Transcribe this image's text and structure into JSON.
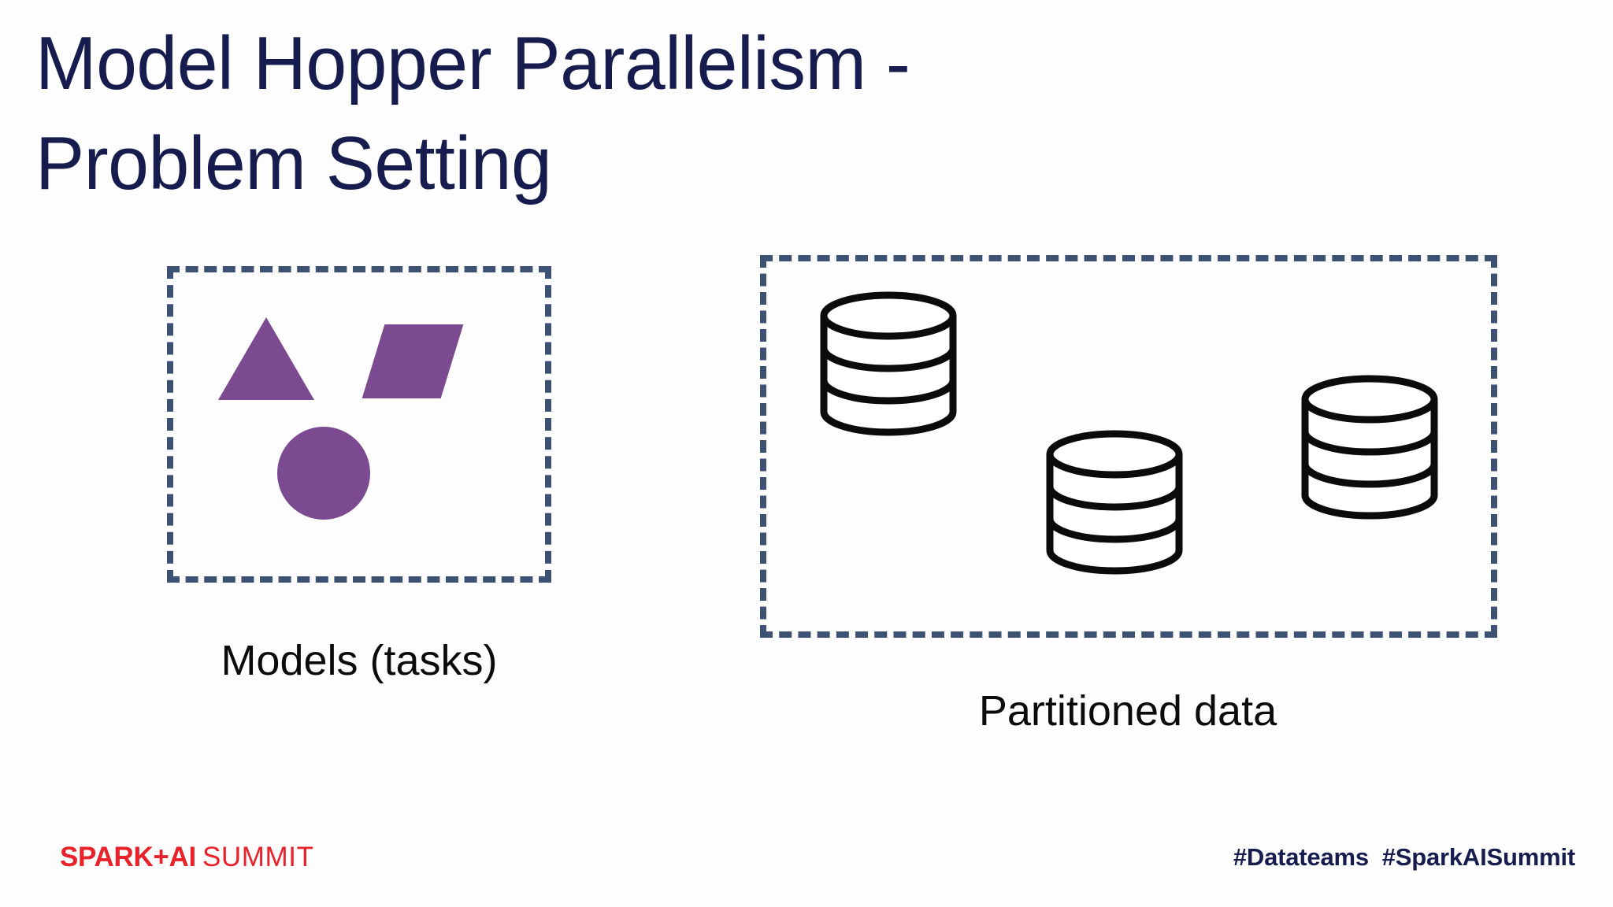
{
  "slide": {
    "title": "Model Hopper Parallelism -\nProblem Setting",
    "background_color": "#fdfdfd"
  },
  "colors": {
    "title_navy": "#161C4D",
    "dashed_border_slate": "#3D5272",
    "shape_purple": "#7B4A91",
    "cylinder_outline": "#0B0B0C",
    "logo_red": "#E8222A",
    "caption_text": "#0B0B0C"
  },
  "groups": {
    "models": {
      "caption": "Models (tasks)",
      "border_style": "dashed",
      "shapes": [
        {
          "name": "triangle-shape",
          "icon": "triangle-icon",
          "color": "#7B4A91"
        },
        {
          "name": "parallelogram-shape",
          "icon": "parallelogram-icon",
          "color": "#7B4A91"
        },
        {
          "name": "circle-shape",
          "icon": "circle-icon",
          "color": "#7B4A91"
        }
      ]
    },
    "partitioned_data": {
      "caption": "Partitioned data",
      "border_style": "dashed",
      "cylinders": [
        {
          "name": "database-cylinder-1",
          "icon": "database-icon",
          "segments": 3
        },
        {
          "name": "database-cylinder-2",
          "icon": "database-icon",
          "segments": 3
        },
        {
          "name": "database-cylinder-3",
          "icon": "database-icon",
          "segments": 3
        }
      ]
    }
  },
  "footer": {
    "logo_bold": "SPARK+AI",
    "logo_light": "SUMMIT",
    "hashtags": "#Datateams  #SparkAISummit"
  }
}
